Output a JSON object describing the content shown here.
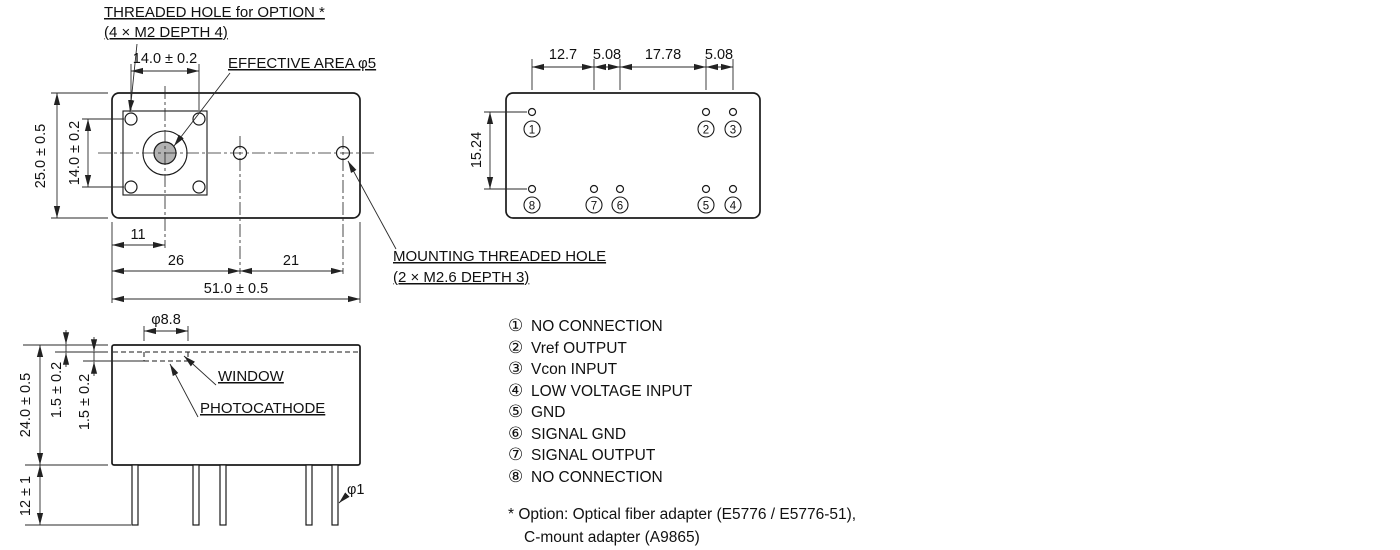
{
  "colors": {
    "effective_area_fill": "#b2b2b2"
  },
  "top_view": {
    "callout_threaded_hole_1": "THREADED HOLE for OPTION *",
    "callout_threaded_hole_2": "(4 × M2 DEPTH 4)",
    "callout_effective_area": "EFFECTIVE AREA φ5",
    "callout_mounting_hole_1": "MOUNTING THREADED HOLE",
    "callout_mounting_hole_2": "(2 × M2.6 DEPTH 3)",
    "dim_hole_span_h": "14.0 ± 0.2",
    "dim_body_height": "25.0 ± 0.5",
    "dim_hole_span_v": "14.0 ± 0.2",
    "dim_offset_11": "11",
    "dim_offset_26": "26",
    "dim_pitch_21": "21",
    "dim_body_width": "51.0 ± 0.5"
  },
  "pin_view": {
    "dim_pitch_1": "12.7",
    "dim_pitch_2": "5.08",
    "dim_pitch_3": "17.78",
    "dim_pitch_4": "5.08",
    "dim_row_span": "15.24",
    "pins_top": [
      {
        "num": "1"
      },
      {
        "num": "2"
      },
      {
        "num": "3"
      }
    ],
    "pins_bottom": [
      {
        "num": "8"
      },
      {
        "num": "7"
      },
      {
        "num": "6"
      },
      {
        "num": "5"
      },
      {
        "num": "4"
      }
    ]
  },
  "side_view": {
    "callout_window": "WINDOW",
    "callout_photocathode": "PHOTOCATHODE",
    "dim_window_dia": "φ8.8",
    "dim_pin_dia": "φ1",
    "dim_body_height": "24.0 ± 0.5",
    "dim_window_recess": "1.5 ± 0.2",
    "dim_photocathode_depth": "1.5 ± 0.2",
    "dim_pin_length": "12 ± 1"
  },
  "legend": {
    "items": [
      {
        "num": "①",
        "label": "NO CONNECTION"
      },
      {
        "num": "②",
        "label": "Vref OUTPUT"
      },
      {
        "num": "③",
        "label": "Vcon INPUT"
      },
      {
        "num": "④",
        "label": "LOW VOLTAGE INPUT"
      },
      {
        "num": "⑤",
        "label": "GND"
      },
      {
        "num": "⑥",
        "label": "SIGNAL GND"
      },
      {
        "num": "⑦",
        "label": "SIGNAL OUTPUT"
      },
      {
        "num": "⑧",
        "label": "NO CONNECTION"
      }
    ],
    "note_line_1": "* Option: Optical fiber adapter (E5776 / E5776-51),",
    "note_line_2": "C-mount adapter (A9865)"
  }
}
